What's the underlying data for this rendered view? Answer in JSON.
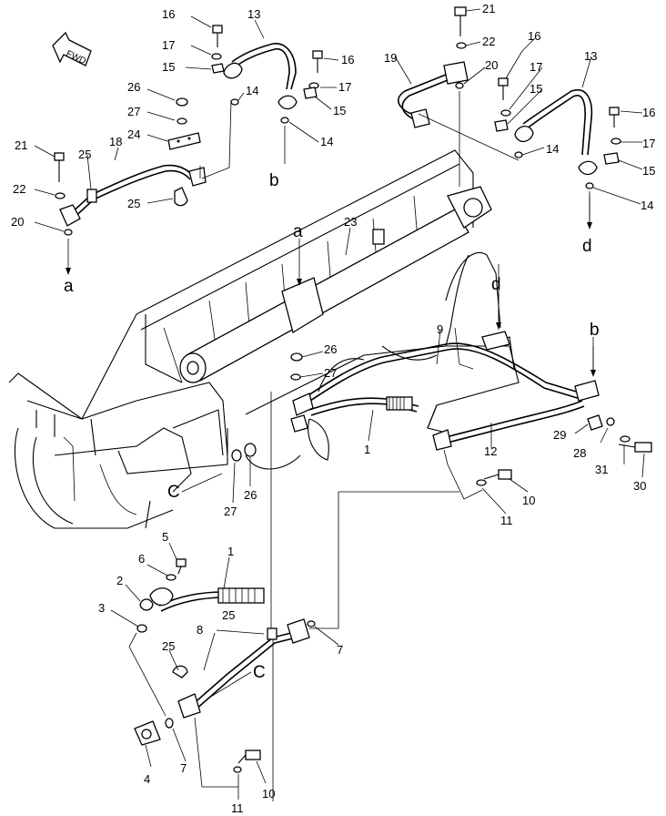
{
  "fwd_label": "FWD",
  "callouts": {
    "c1": "1",
    "c2": "2",
    "c3": "3",
    "c4": "4",
    "c5": "5",
    "c6": "6",
    "c7": "7",
    "c8": "8",
    "c9": "9",
    "c10": "10",
    "c11": "11",
    "c12": "12",
    "c13": "13",
    "c14": "14",
    "c15": "15",
    "c16": "16",
    "c17": "17",
    "c18": "18",
    "c19": "19",
    "c20": "20",
    "c21": "21",
    "c22": "22",
    "c23": "23",
    "c24": "24",
    "c25": "25",
    "c26": "26",
    "c27": "27",
    "c28": "28",
    "c29": "29",
    "c30": "30",
    "c31": "31"
  },
  "connectors": {
    "a": "a",
    "b": "b",
    "c": "C",
    "d": "d"
  }
}
